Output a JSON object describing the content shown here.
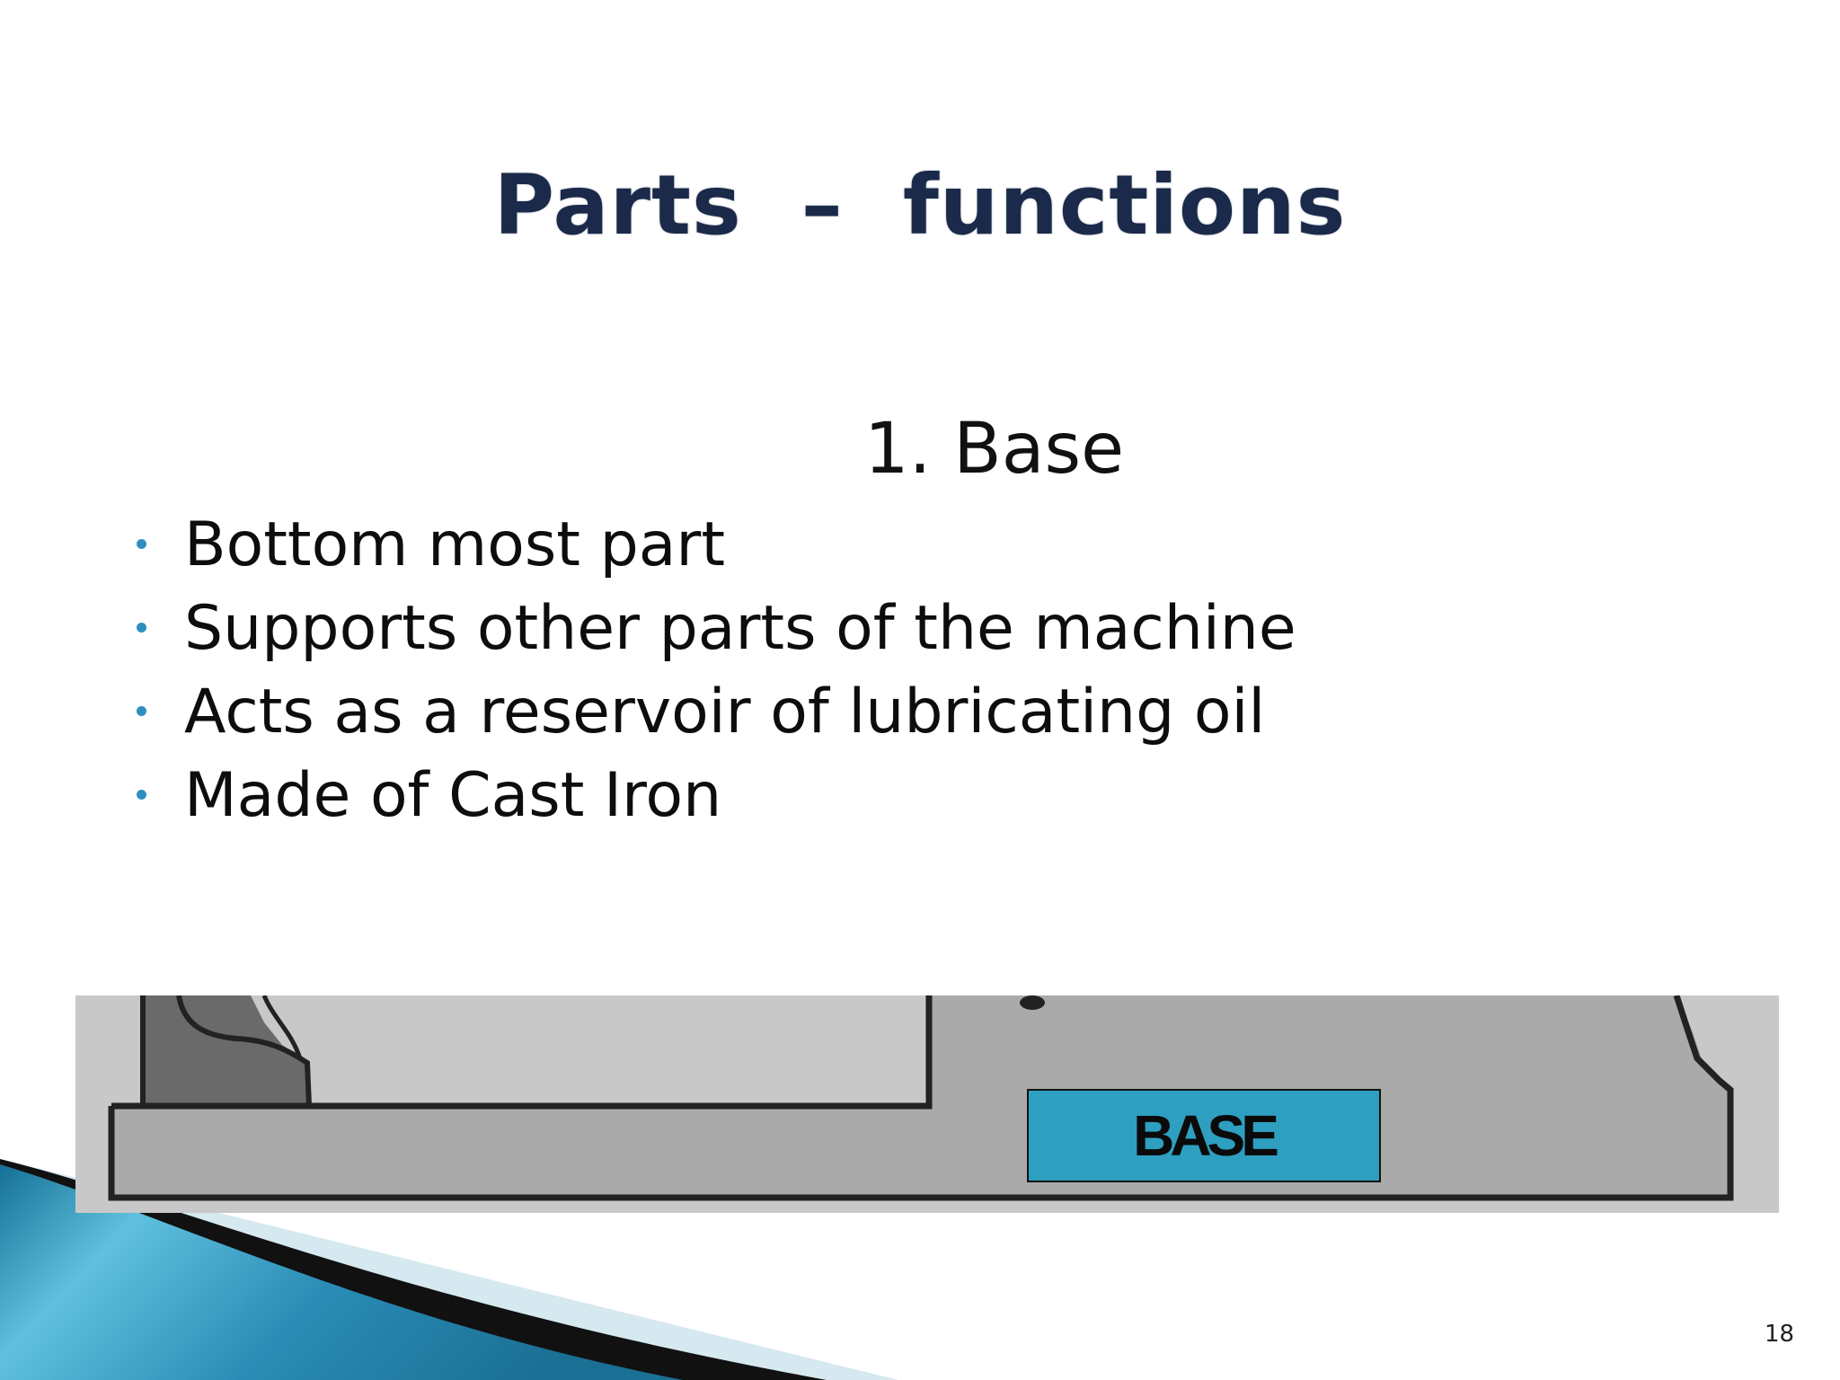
{
  "slide": {
    "title": "Parts  –  functions",
    "subtitle": "1. Base",
    "bullets": [
      {
        "text": "Bottom most part"
      },
      {
        "text": "Supports other parts of the machine"
      },
      {
        "text": "Acts as a reservoir of lubricating oil"
      },
      {
        "text": "Made of Cast Iron"
      }
    ],
    "diagram_label": "BASE",
    "page_number": "18"
  },
  "colors": {
    "title": "#1b2a4a",
    "bullet": "#2e8fbf",
    "label_box": "#2e9fc0",
    "swoosh_blue": "#2a8cb5"
  }
}
